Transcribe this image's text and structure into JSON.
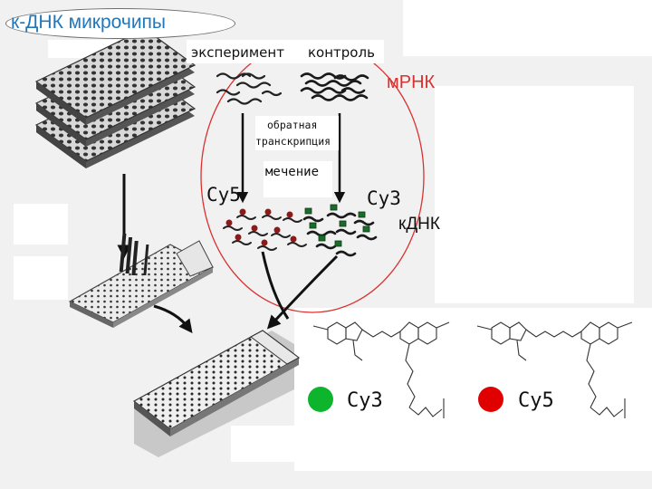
{
  "title": "к-ДНК микрочипы",
  "labels": {
    "experiment": "эксперимент",
    "control": "контроль",
    "mrna": "мРНК",
    "rt_line1": "обратная",
    "rt_line2": "транскрипция",
    "labeling": "мечение",
    "cy5_left": "Cy5",
    "cy3_right": "Cy3",
    "cdna": "кДНК",
    "cy3_dye": "Cy3",
    "cy5_dye": "Cy5"
  },
  "colors": {
    "background": "#f1f1f1",
    "title_text": "#2277bb",
    "ellipse_outline": "#d9312f",
    "mrna_text": "#d9312f",
    "cy5_dot": "#e00000",
    "cy3_dot": "#0db52c",
    "cy5_tag": "#8b1a1a",
    "cy3_tag": "#1b6b2a"
  },
  "icons": [
    "microplate-stack",
    "slide-spotter",
    "microarray-slide",
    "cyanine-dye-structure"
  ]
}
